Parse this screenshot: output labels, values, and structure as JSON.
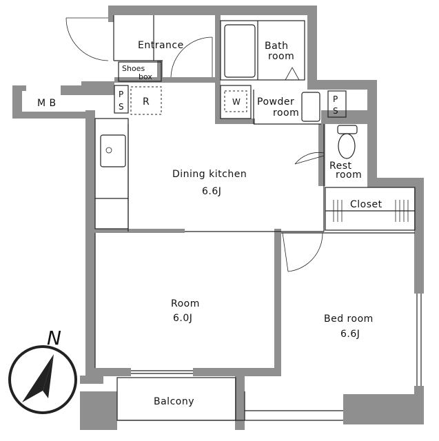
{
  "rooms": {
    "entrance": "Entrance",
    "shoes_box_1": "Shoes",
    "shoes_box_2": "box",
    "bath_1": "Bath",
    "bath_2": "room",
    "powder_1": "Powder",
    "powder_2": "room",
    "rest_1": "Rest",
    "rest_2": "room",
    "closet": "Closet",
    "dining": "Dining kitchen",
    "dining_area": "6.6J",
    "room": "Room",
    "room_area": "6.0J",
    "bedroom": "Bed room",
    "bedroom_area": "6.6J",
    "balcony": "Balcony"
  },
  "fixtures": {
    "mb": "M B",
    "ps_top": "P",
    "ps_bottom": "S",
    "refrigerator": "R",
    "washer": "W"
  },
  "compass": {
    "label": "N"
  }
}
